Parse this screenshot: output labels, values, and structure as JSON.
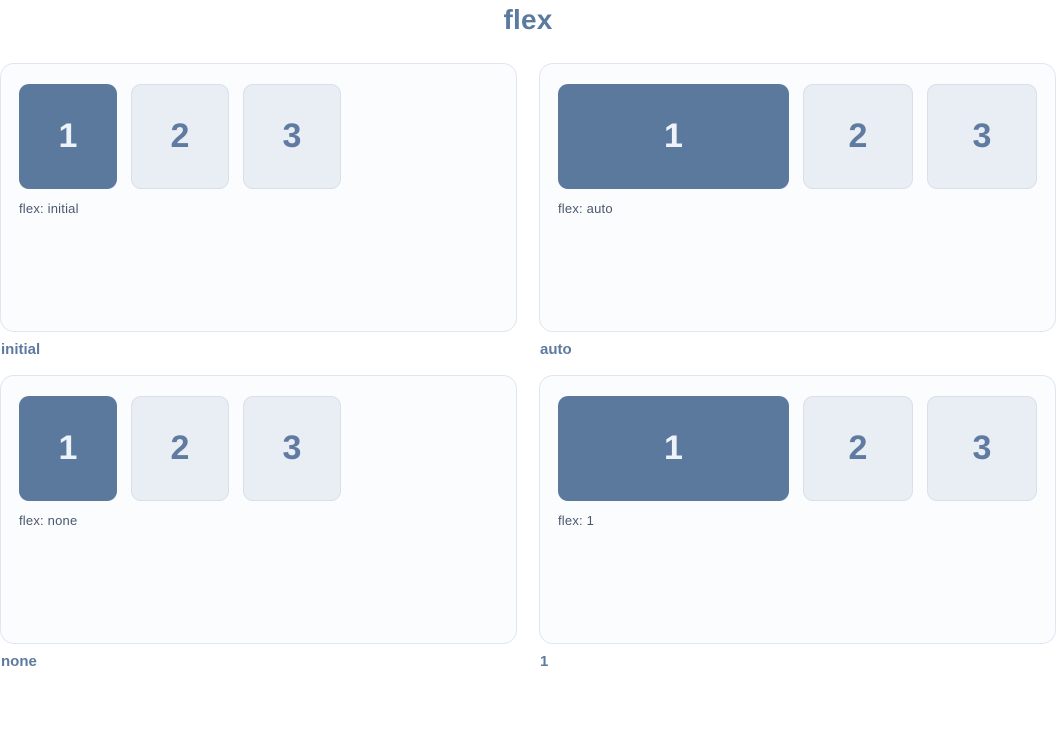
{
  "title": "flex",
  "colors": {
    "title_text": "#5b7a9f",
    "card_background": "#fbfcfe",
    "card_border": "#e0e6f0",
    "item_primary_background": "#5b789d",
    "item_primary_text": "#eef3f9",
    "item_background": "#e9edf4",
    "item_border": "#d9e0eb",
    "item_text": "#5f7ba1",
    "property_label_text": "#4a586e",
    "caption_text": "#5d7aa0"
  },
  "panels": [
    {
      "caption": "initial",
      "property_label": "flex: initial",
      "items": [
        "1",
        "2",
        "3"
      ],
      "first_item_grows": false
    },
    {
      "caption": "auto",
      "property_label": "flex: auto",
      "items": [
        "1",
        "2",
        "3"
      ],
      "first_item_grows": true
    },
    {
      "caption": "none",
      "property_label": "flex: none",
      "items": [
        "1",
        "2",
        "3"
      ],
      "first_item_grows": false
    },
    {
      "caption": "1",
      "property_label": "flex: 1",
      "items": [
        "1",
        "2",
        "3"
      ],
      "first_item_grows": true
    }
  ]
}
